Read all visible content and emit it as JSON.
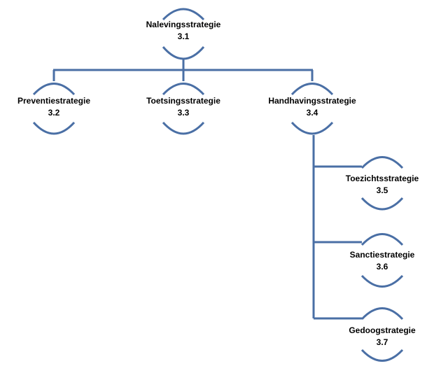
{
  "colors": {
    "line": "#4a6fa5"
  },
  "nodes": {
    "naleving": {
      "name": "Nalevingsstrategie",
      "number": "3.1"
    },
    "preventie": {
      "name": "Preventiestrategie",
      "number": "3.2"
    },
    "toetsing": {
      "name": "Toetsingsstrategie",
      "number": "3.3"
    },
    "handhaving": {
      "name": "Handhavingsstrategie",
      "number": "3.4"
    },
    "toezicht": {
      "name": "Toezichtsstrategie",
      "number": "3.5"
    },
    "sanctie": {
      "name": "Sanctiestrategie",
      "number": "3.6"
    },
    "gedoog": {
      "name": "Gedoogstrategie",
      "number": "3.7"
    }
  }
}
